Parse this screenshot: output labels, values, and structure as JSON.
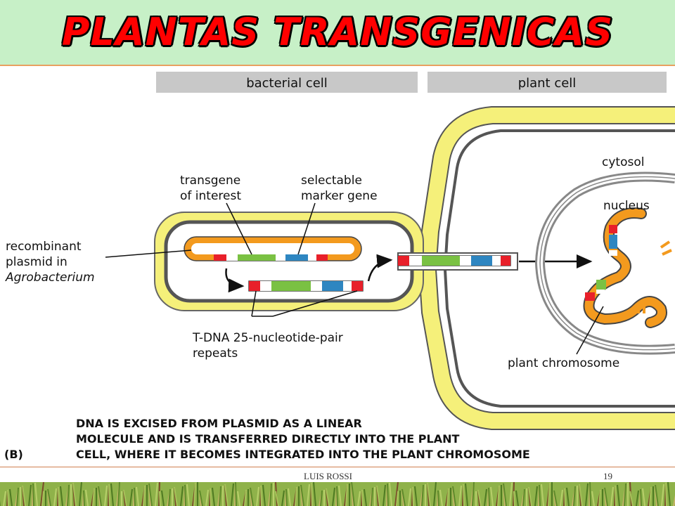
{
  "slide": {
    "title": "PLANTAS TRANSGENICAS",
    "author": "LUIS ROSSI",
    "page_number": "19"
  },
  "diagram": {
    "header_bacterial": "bacterial cell",
    "header_plant": "plant cell",
    "cytosol": "cytosol",
    "nucleus": "nucleus",
    "transgene_line1": "transgene",
    "transgene_line2": "of interest",
    "marker_line1": "selectable",
    "marker_line2": "marker gene",
    "plasmid_line1": "recombinant",
    "plasmid_line2": "plasmid in",
    "plasmid_line3": "Agrobacterium",
    "tdna_line1": "T-DNA 25-nucleotide-pair",
    "tdna_line2": "repeats",
    "chromosome": "plant chromosome",
    "panel": "(B)",
    "caption_line1": "DNA IS EXCISED FROM PLASMID AS A LINEAR",
    "caption_line2": "MOLECULE AND IS TRANSFERRED DIRECTLY INTO THE PLANT",
    "caption_line3": "CELL, WHERE IT BECOMES INTEGRATED INTO THE PLANT CHROMOSOME"
  },
  "colors": {
    "title_red": "#ff0000",
    "title_band": "#c7f0c7",
    "cell_wall_yellow": "#f5f07a",
    "dna_orange": "#f39a1e",
    "gene_green": "#7ac143",
    "gene_blue": "#2e86c1",
    "repeat_red": "#e8202a",
    "header_gray": "#c8c8c8"
  }
}
